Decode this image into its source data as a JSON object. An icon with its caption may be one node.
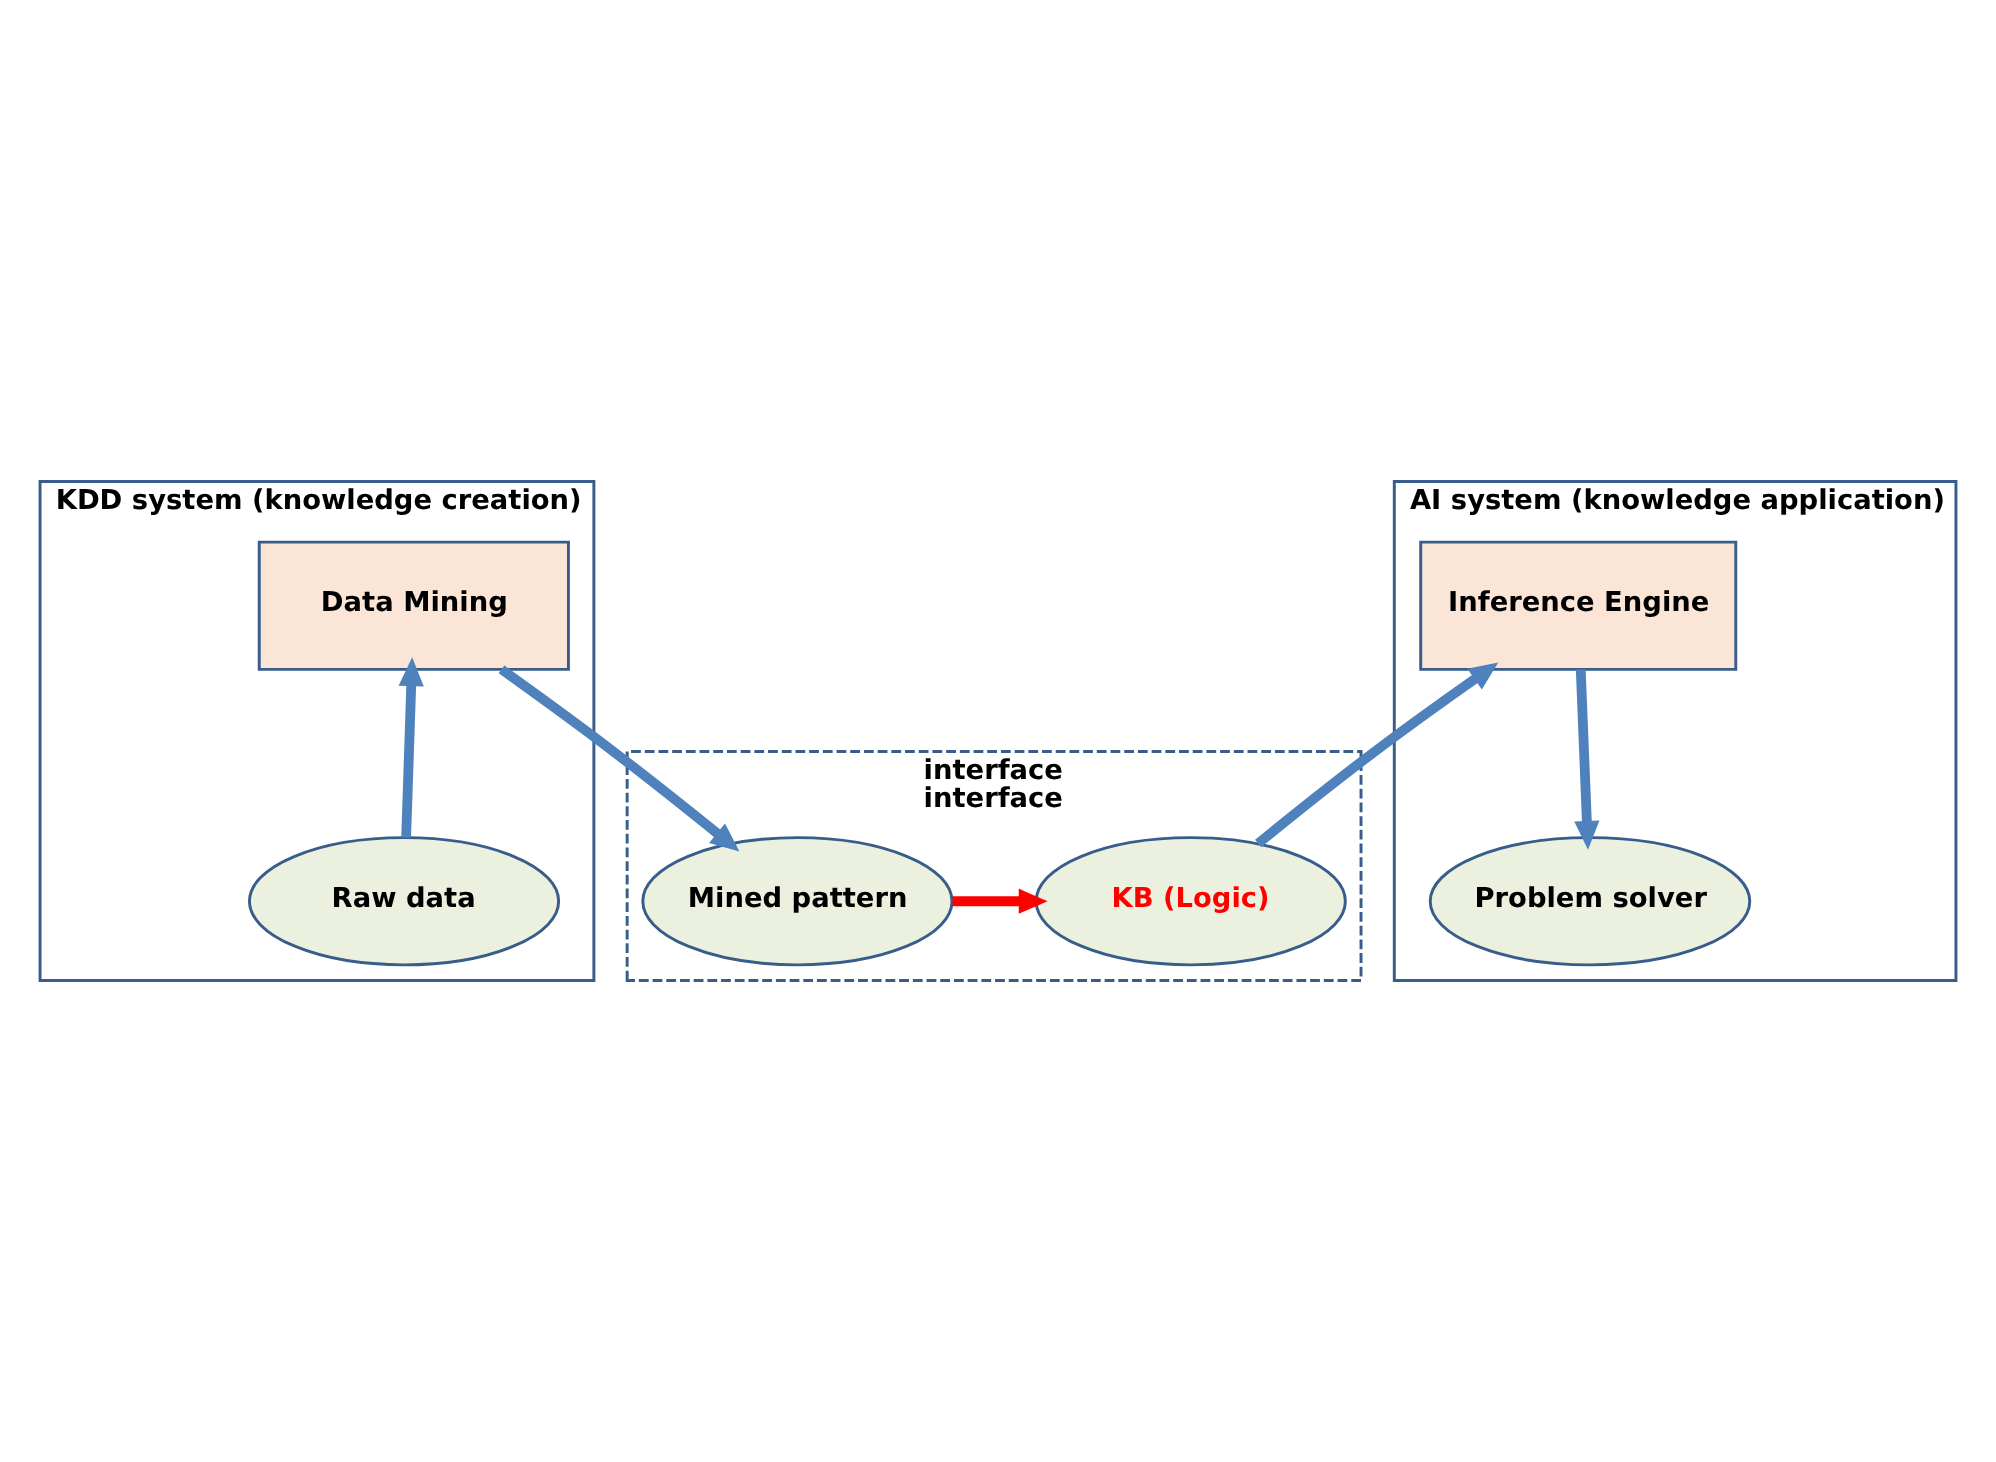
{
  "diagram": {
    "nodes": [
      {
        "text": [
          "KDD system (knowledge creation)"
        ]
      },
      {
        "text": [
          "AI system (knowledge application)"
        ]
      },
      {
        "text": [
          "Data Mining"
        ],
        "in": 0
      },
      {
        "text": [
          "Inference Engine"
        ],
        "in": 1
      },
      {
        "text": [
          "interface",
          "interface"
        ]
      },
      {
        "text": [
          "Raw data"
        ],
        "in": 0
      },
      {
        "text": [
          "Mined pattern"
        ],
        "in": 4
      },
      {
        "text": [
          "KB (Logic)"
        ],
        "in": 4
      },
      {
        "text": [
          "Problem solver"
        ],
        "in": 1
      }
    ],
    "edges": [
      {
        "from": 5,
        "to": 2,
        "arrow": "to"
      },
      {
        "from": 2,
        "to": 6,
        "arrow": "to"
      },
      {
        "from": 6,
        "to": 7,
        "arrow": "to",
        "color": "#ff0000"
      },
      {
        "from": 7,
        "to": 3,
        "arrow": "to"
      },
      {
        "from": 3,
        "to": 8,
        "arrow": "to"
      }
    ]
  }
}
